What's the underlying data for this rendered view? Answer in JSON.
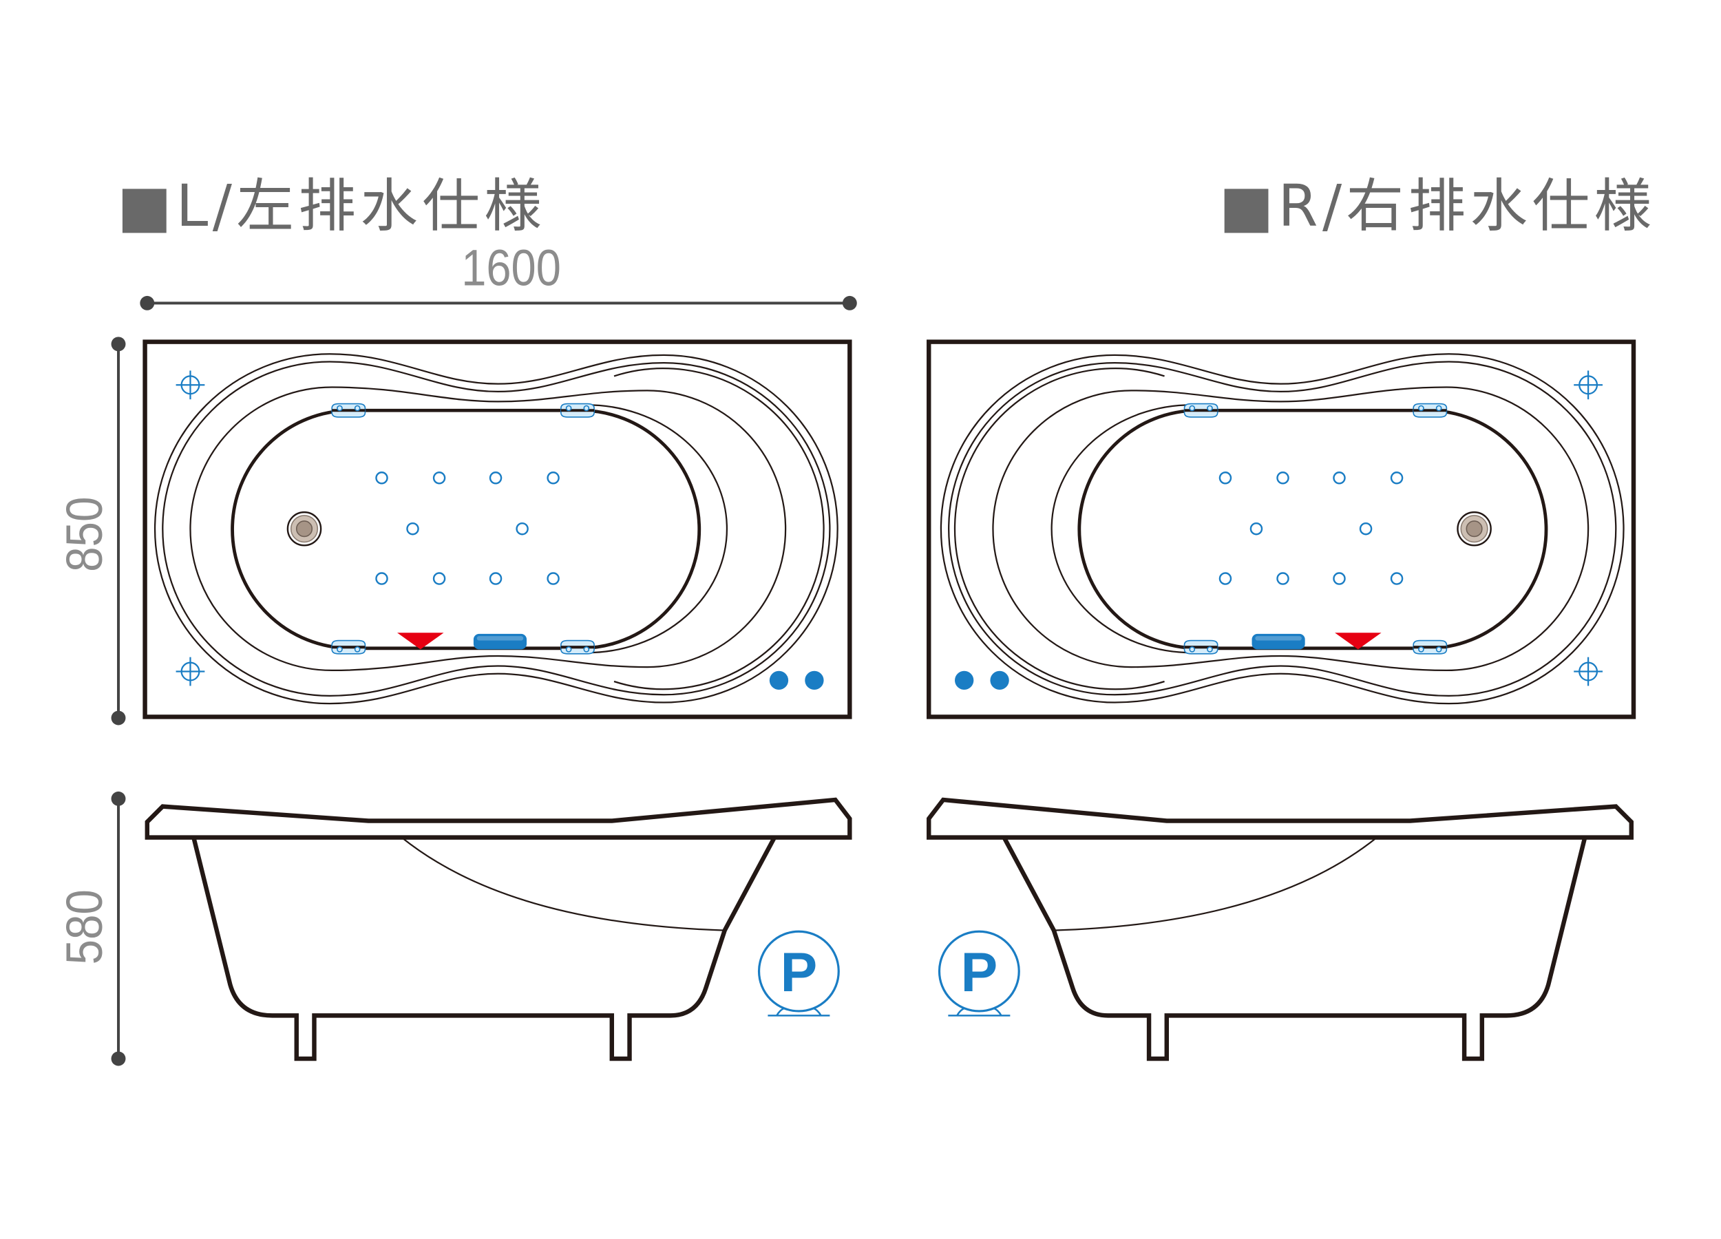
{
  "titles": {
    "left_drain": "■L/左排水仕様",
    "right_drain": "■R/右排水仕様"
  },
  "dimensions": {
    "width": "1600",
    "depth": "850",
    "height": "580"
  },
  "pump_symbol": {
    "label": "P",
    "icon": "pump-icon"
  },
  "icons": {
    "drain": "drain-icon",
    "jet": "jet-icon",
    "fitting": "fitting-icon",
    "mounting_mark": "crosshair-icon",
    "flow_marker": "triangle-down-icon",
    "control_panel": "capsule-icon",
    "indicator": "dot-icon"
  },
  "colors": {
    "outline": "#231815",
    "title_gray": "#696969",
    "dimension_gray": "#8c8c8c",
    "dimension_line": "#444444",
    "accent_blue": "#1a7dc4",
    "marker_red": "#e60012",
    "drain_fill": "#cdbfb3"
  }
}
